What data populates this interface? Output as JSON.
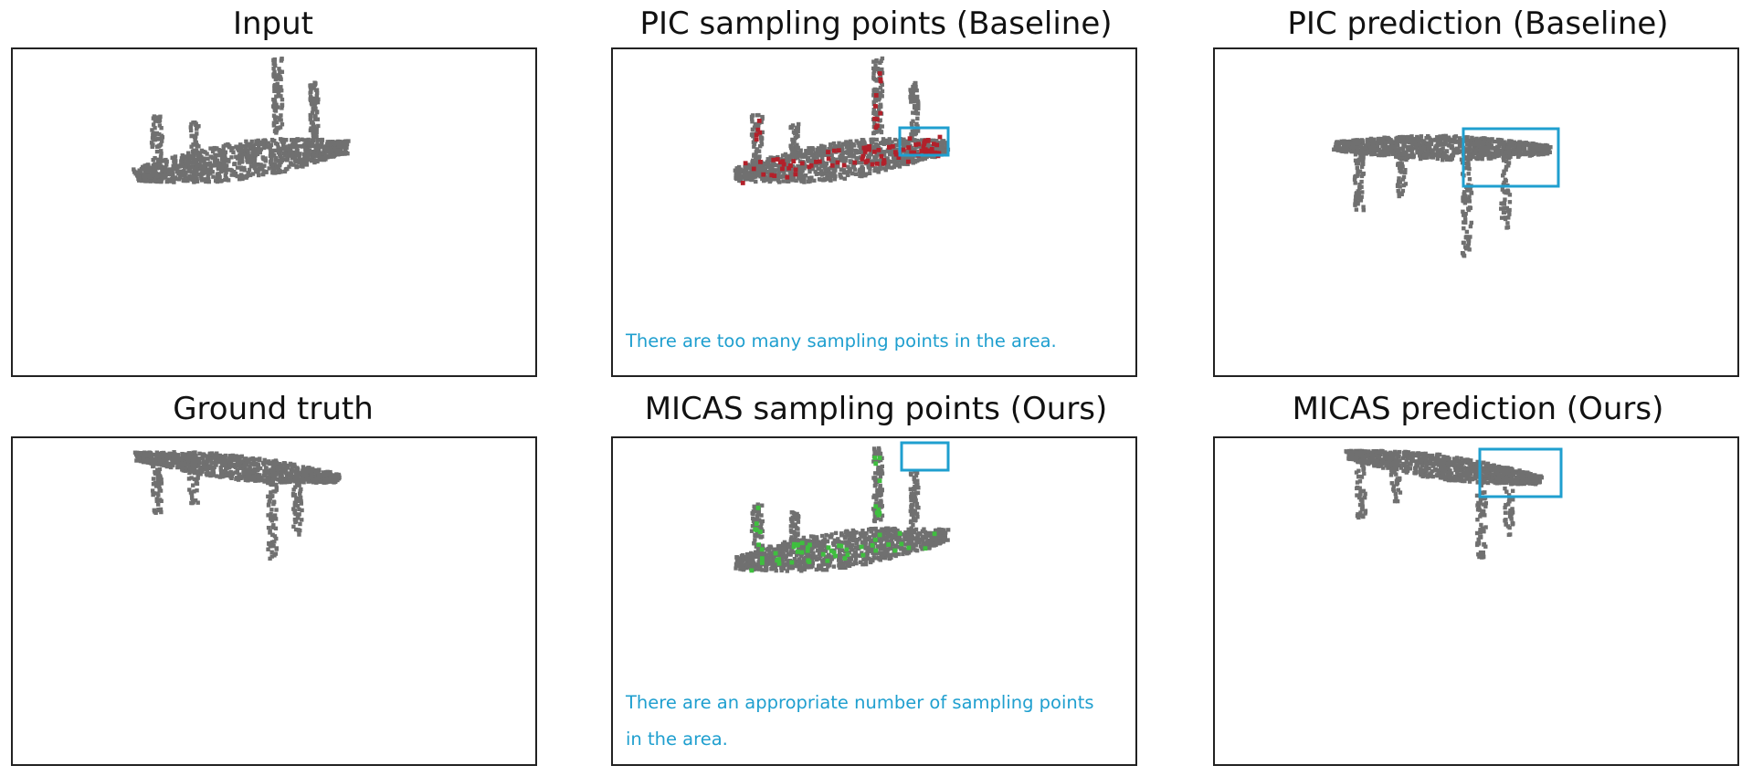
{
  "panels": [
    {
      "id": "input",
      "title": "Input",
      "type": "input"
    },
    {
      "id": "pic-sampling",
      "title": "PIC sampling points (Baseline)",
      "type": "sampling",
      "sample_color": "#b3202a",
      "highlight": true,
      "note": "There are too many sampling points in the area."
    },
    {
      "id": "pic-prediction",
      "title": "PIC prediction (Baseline)",
      "type": "prediction",
      "highlight": true
    },
    {
      "id": "ground-truth",
      "title": "Ground truth",
      "type": "truth"
    },
    {
      "id": "micas-sampling",
      "title": "MICAS sampling points (Ours)",
      "type": "sampling",
      "sample_color": "#3fbf3f",
      "highlight": true,
      "note": "There are an appropriate number of sampling points in the area."
    },
    {
      "id": "micas-prediction",
      "title": "MICAS prediction (Ours)",
      "type": "prediction",
      "highlight": true
    }
  ],
  "colors": {
    "point": "#707070",
    "highlight_box": "#1f9fcf",
    "note": "#1f9fcf"
  }
}
